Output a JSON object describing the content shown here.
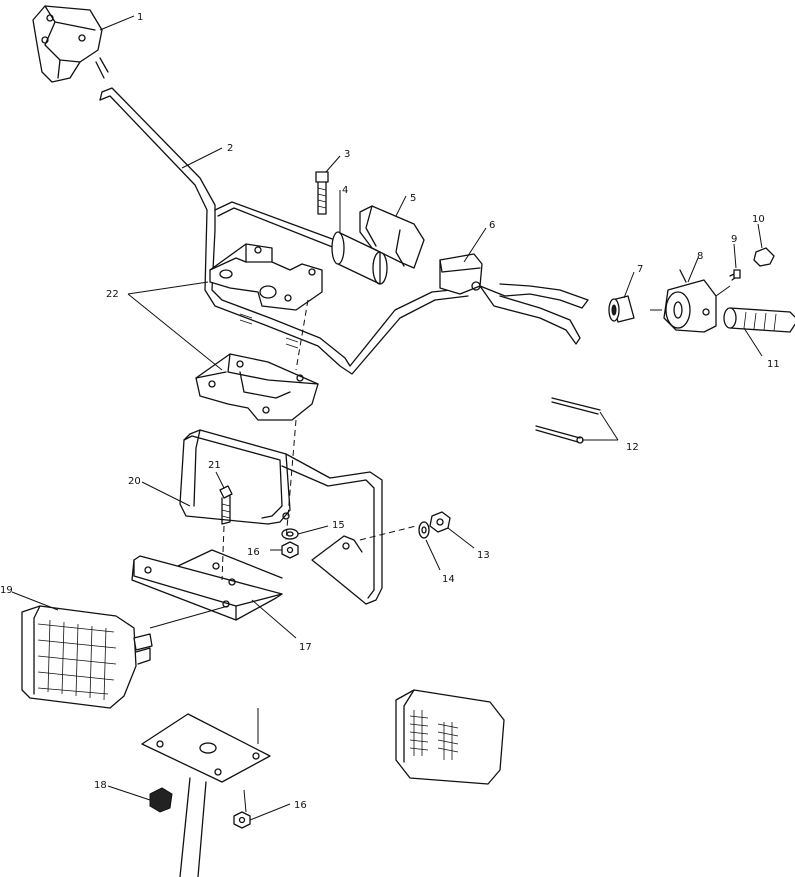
{
  "callouts": [
    {
      "id": "c1",
      "label": "1"
    },
    {
      "id": "c2",
      "label": "2"
    },
    {
      "id": "c3",
      "label": "3"
    },
    {
      "id": "c4",
      "label": "4"
    },
    {
      "id": "c5",
      "label": "5"
    },
    {
      "id": "c6",
      "label": "6"
    },
    {
      "id": "c7",
      "label": "7"
    },
    {
      "id": "c8",
      "label": "8"
    },
    {
      "id": "c9",
      "label": "9"
    },
    {
      "id": "c10",
      "label": "10"
    },
    {
      "id": "c11",
      "label": "11"
    },
    {
      "id": "c12",
      "label": "12"
    },
    {
      "id": "c13",
      "label": "13"
    },
    {
      "id": "c14",
      "label": "14"
    },
    {
      "id": "c15",
      "label": "15"
    },
    {
      "id": "c16a",
      "label": "16"
    },
    {
      "id": "c16b",
      "label": "16"
    },
    {
      "id": "c17",
      "label": "17"
    },
    {
      "id": "c18",
      "label": "18"
    },
    {
      "id": "c19",
      "label": "19"
    },
    {
      "id": "c20",
      "label": "20"
    },
    {
      "id": "c21",
      "label": "21"
    },
    {
      "id": "c22",
      "label": "22"
    }
  ]
}
